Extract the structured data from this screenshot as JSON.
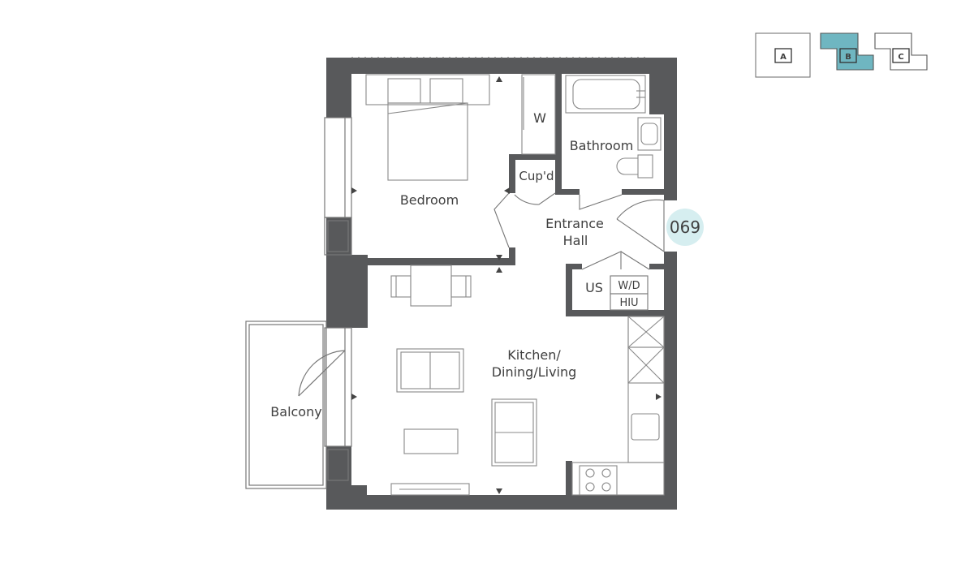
{
  "colors": {
    "wall": "#58595b",
    "line": "#777777",
    "unit_badge": "#d6eef0",
    "key_highlight": "#6fb6c1"
  },
  "rooms": {
    "bedroom": "Bedroom",
    "wardrobe": "W",
    "bathroom": "Bathroom",
    "cupboard": "Cup'd",
    "entrance_line1": "Entrance",
    "entrance_line2": "Hall",
    "utility": "US",
    "washer_dryer": "W/D",
    "hiu": "HIU",
    "living_line1": "Kitchen/",
    "living_line2": "Dining/Living",
    "balcony": "Balcony"
  },
  "unit_number": "069",
  "key_plan": {
    "blocks": [
      {
        "label": "A",
        "highlighted": false
      },
      {
        "label": "B",
        "highlighted": true
      },
      {
        "label": "C",
        "highlighted": false
      }
    ]
  }
}
